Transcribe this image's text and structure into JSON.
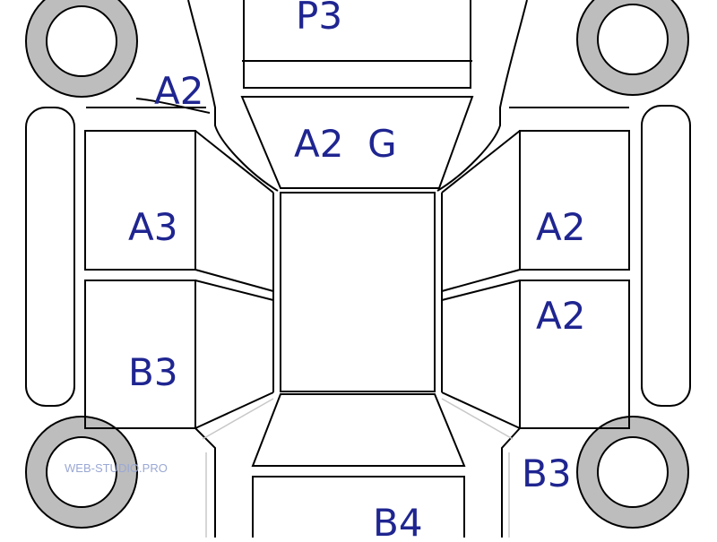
{
  "colors": {
    "label": "#1f2590",
    "outline": "#000000",
    "wheel_fill": "#bdbdbd",
    "watermark": "#9aa8d4",
    "background": "#ffffff"
  },
  "labels": {
    "roof_front": "P3",
    "left_front_fender": "A2",
    "hood": "A2  G",
    "left_front_door": "A3",
    "left_rear_door": "B3",
    "right_front_door": "A2",
    "right_rear_door": "A2",
    "right_rear_fender": "B3",
    "trunk": "B4"
  },
  "watermark": "WEB-STUDIO.PRO"
}
